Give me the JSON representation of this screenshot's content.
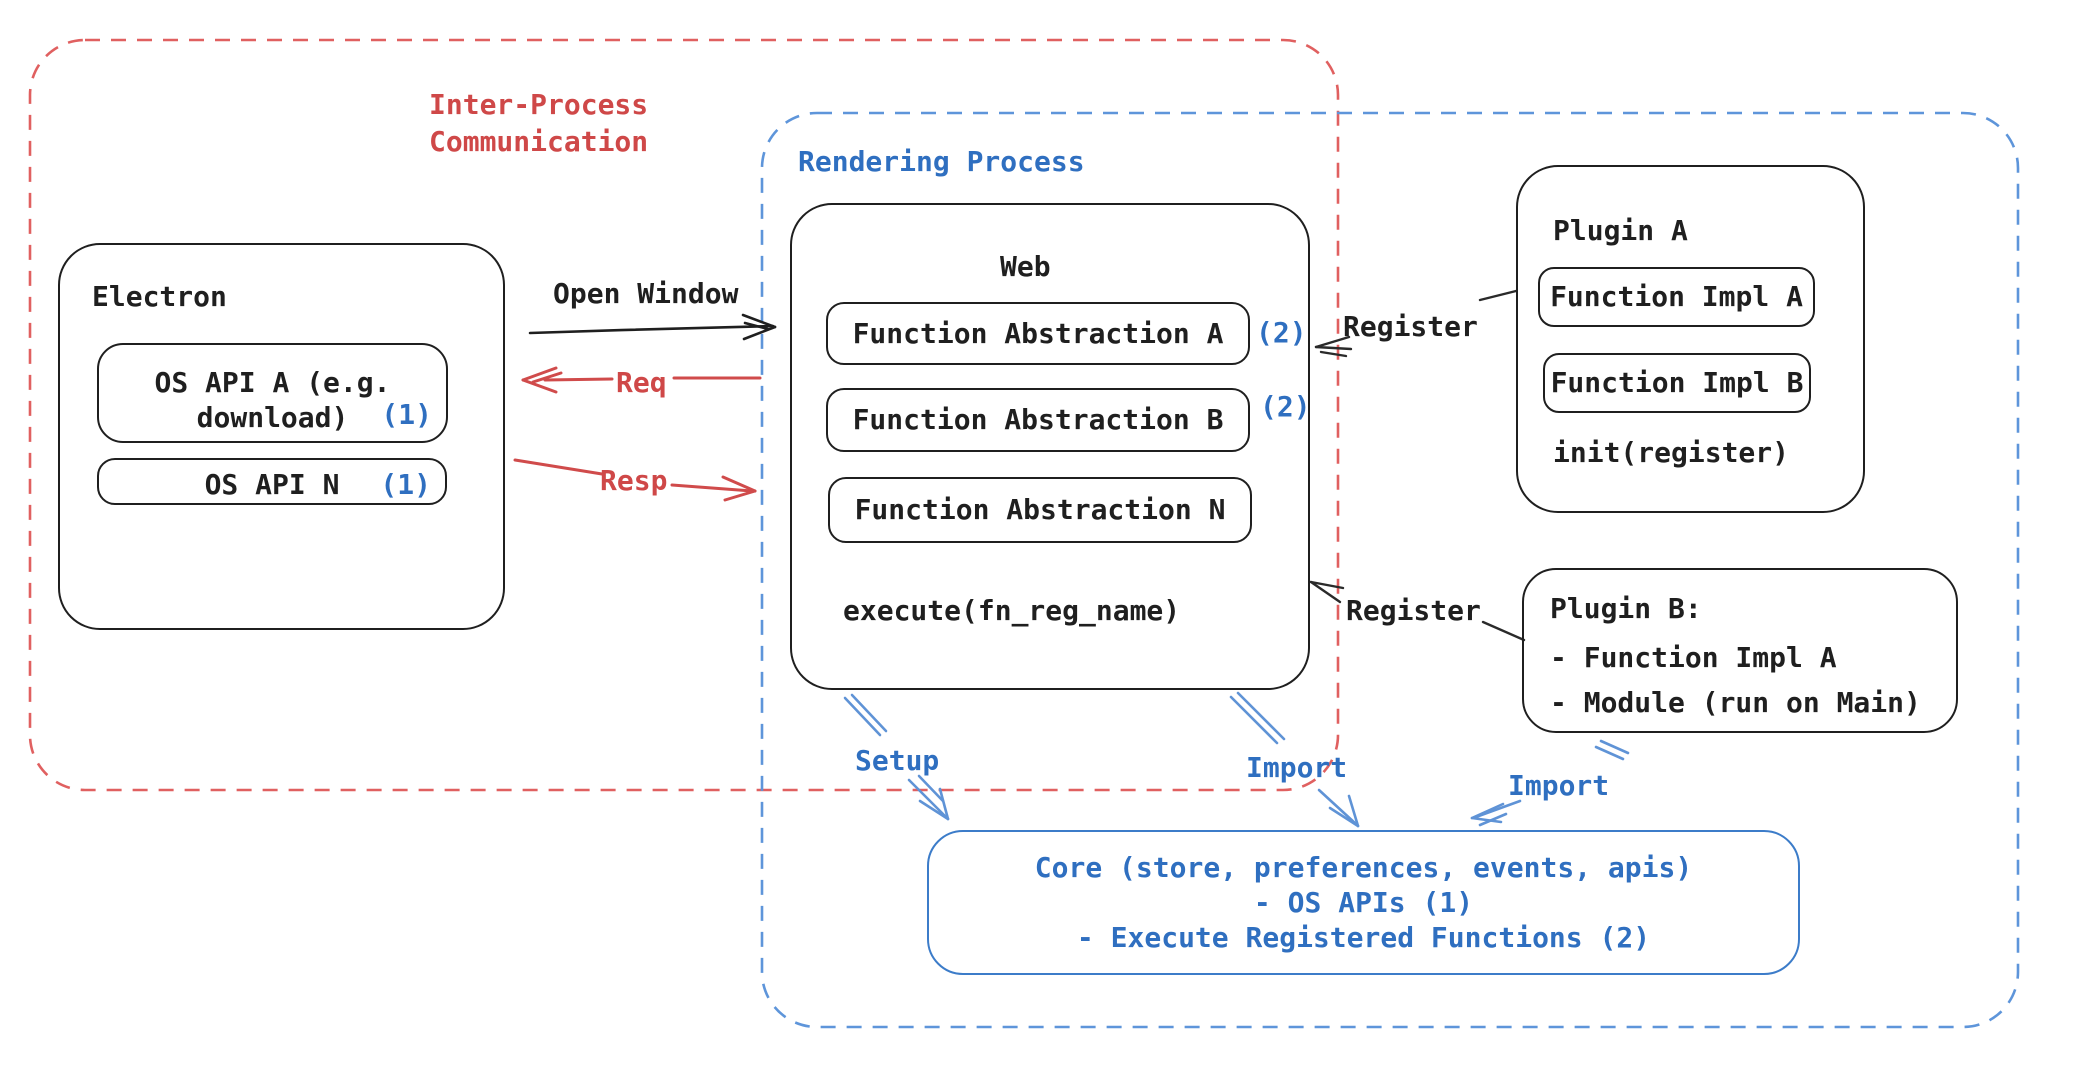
{
  "colors": {
    "ink": "#1f1f1f",
    "red_text": "#cf4848",
    "red_dash": "#e06060",
    "blue_text": "#2f6fc0",
    "blue_dash": "#5e95da",
    "blue_arrow": "#5f93d6",
    "blue_box_stroke": "#3c7cc9"
  },
  "regions": {
    "ipc_label": "Inter-Process\nCommunication",
    "rendering_label": "Rendering Process"
  },
  "electron": {
    "title": "Electron",
    "api_a_line1": "OS API A (e.g.",
    "api_a_line2": "download)",
    "api_a_badge": "(1)",
    "api_n_label": "OS API N",
    "api_n_badge": "(1)"
  },
  "web": {
    "title": "Web",
    "fn_abstraction_a": "Function Abstraction A",
    "fn_abstraction_a_badge": "(2)",
    "fn_abstraction_b": "Function Abstraction B",
    "fn_abstraction_b_badge": "(2)",
    "fn_abstraction_n": "Function Abstraction N",
    "execute_call": "execute(fn_reg_name)"
  },
  "plugin_a": {
    "title": "Plugin A",
    "fn_impl_a": "Function Impl A",
    "fn_impl_b": "Function Impl B",
    "init_call": "init(register)"
  },
  "plugin_b": {
    "title": "Plugin B:",
    "item_1": "- Function Impl A",
    "item_2": "- Module (run on Main)"
  },
  "core": {
    "line_1": "Core (store, preferences, events, apis)",
    "line_2": "- OS APIs (1)",
    "line_3": "- Execute Registered Functions (2)"
  },
  "arrows": {
    "open_window": "Open Window",
    "req": "Req",
    "resp": "Resp",
    "register_plugin_a": "Register",
    "register_plugin_b": "Register",
    "setup": "Setup",
    "import_web": "Import",
    "import_plugin_b": "Import"
  }
}
